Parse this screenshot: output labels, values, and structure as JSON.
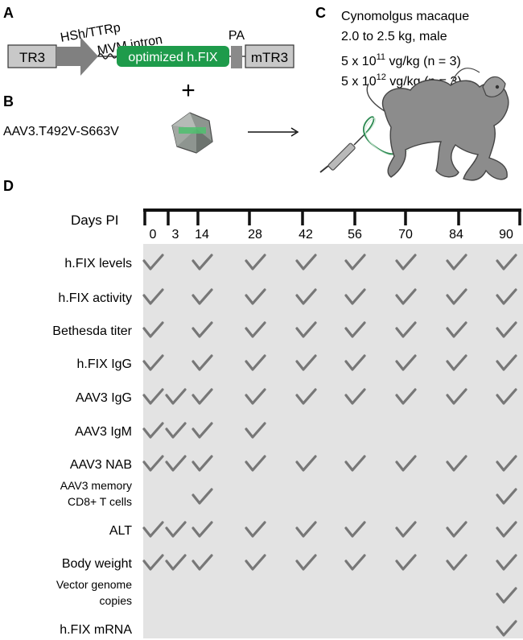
{
  "panel_a": {
    "letter": "A",
    "tr3": "TR3",
    "promoter": "HSh/TTRp",
    "intron": "MVM intron",
    "gene": "optimized h.FIX",
    "pa": "PA",
    "mtr3": "mTR3",
    "colors": {
      "gene": "#1e9b4b",
      "box": "#c8c8c8",
      "arrow": "#808080"
    }
  },
  "plus": "+",
  "panel_b": {
    "letter": "B",
    "vector": "AAV3.T492V-S663V"
  },
  "panel_c": {
    "letter": "C",
    "species": "Cynomolgus macaque",
    "weight": "2.0 to 2.5 kg, male",
    "dose1": {
      "base": "5 x 10",
      "exp": "11",
      "rest": " vg/kg (n = 3)"
    },
    "dose2": {
      "base": "5 x 10",
      "exp": "12",
      "rest": " vg/kg (n = 3)"
    }
  },
  "panel_d": {
    "letter": "D",
    "axis_label": "Days PI",
    "days": [
      "0",
      "3",
      "14",
      "28",
      "42",
      "56",
      "70",
      "84",
      "90"
    ],
    "colors": {
      "grid_bg": "#e3e3e3",
      "check": "#777777"
    },
    "rows": [
      {
        "label": [
          "h.FIX levels"
        ],
        "checks": [
          "0",
          "14",
          "28",
          "42",
          "56",
          "70",
          "84",
          "90"
        ]
      },
      {
        "label": [
          "h.FIX activity"
        ],
        "checks": [
          "0",
          "14",
          "28",
          "42",
          "56",
          "70",
          "84",
          "90"
        ]
      },
      {
        "label": [
          "Bethesda titer"
        ],
        "checks": [
          "0",
          "14",
          "28",
          "42",
          "56",
          "70",
          "84",
          "90"
        ]
      },
      {
        "label": [
          "h.FIX IgG"
        ],
        "checks": [
          "0",
          "14",
          "28",
          "42",
          "56",
          "70",
          "84",
          "90"
        ]
      },
      {
        "label": [
          "AAV3 IgG"
        ],
        "checks": [
          "0",
          "3",
          "14",
          "28",
          "42",
          "56",
          "70",
          "84",
          "90"
        ]
      },
      {
        "label": [
          "AAV3 IgM"
        ],
        "checks": [
          "0",
          "3",
          "14",
          "28"
        ]
      },
      {
        "label": [
          "AAV3 NAB"
        ],
        "checks": [
          "0",
          "3",
          "14",
          "28",
          "42",
          "56",
          "70",
          "84",
          "90"
        ]
      },
      {
        "label": [
          "AAV3 memory",
          "CD8+ T cells"
        ],
        "checks": [
          "14",
          "90"
        ]
      },
      {
        "label": [
          "ALT"
        ],
        "checks": [
          "0",
          "3",
          "14",
          "28",
          "42",
          "56",
          "70",
          "84",
          "90"
        ]
      },
      {
        "label": [
          "Body weight"
        ],
        "checks": [
          "0",
          "3",
          "14",
          "28",
          "42",
          "56",
          "70",
          "84",
          "90"
        ]
      },
      {
        "label": [
          "Vector genome",
          "copies"
        ],
        "checks": [
          "90"
        ]
      },
      {
        "label": [
          "h.FIX mRNA"
        ],
        "checks": [
          "90"
        ]
      }
    ]
  }
}
